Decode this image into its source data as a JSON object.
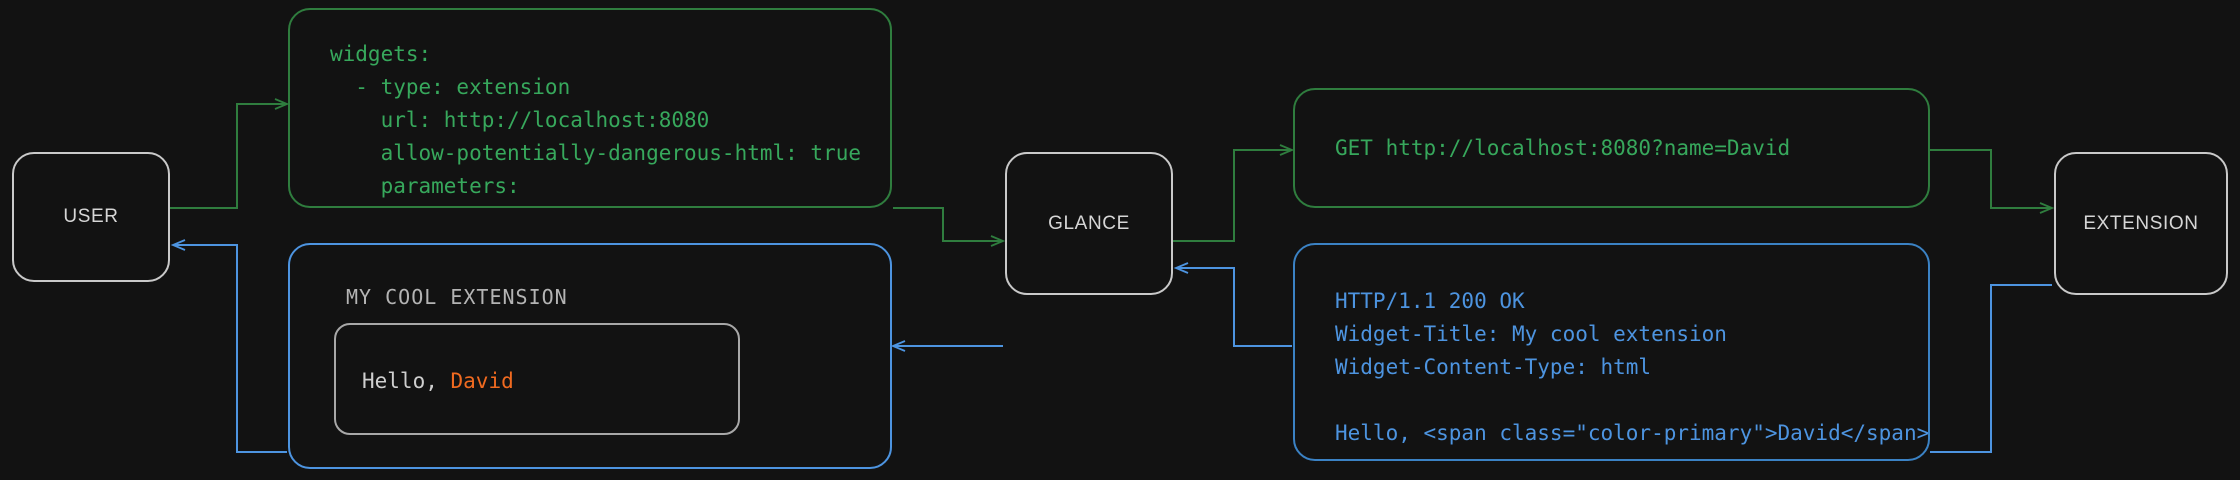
{
  "theme": {
    "background": "#121212",
    "node_border": "#c9c9c9",
    "node_text": "#d6d6d6",
    "request_color": "#37a85c",
    "request_border": "#2f7d3e",
    "response_color": "#4d94e0",
    "response_border": "#3b82c4",
    "accent_color": "#f06a20",
    "widget_text": "#cfcfcf",
    "widget_title": "#b4b4b4"
  },
  "nodes": {
    "user": {
      "label": "USER"
    },
    "glance": {
      "label": "GLANCE"
    },
    "extension": {
      "label": "EXTENSION"
    }
  },
  "messages": {
    "config_yaml": {
      "flow": "request",
      "text": "widgets:\n  - type: extension\n    url: http://localhost:8080\n    allow-potentially-dangerous-html: true\n    parameters:\n      name: David"
    },
    "http_request": {
      "flow": "request",
      "text": "GET http://localhost:8080?name=David"
    },
    "http_response": {
      "flow": "response",
      "text": "HTTP/1.1 200 OK\nWidget-Title: My cool extension\nWidget-Content-Type: html\n\nHello, <span class=\"color-primary\">David</span>"
    },
    "rendered_widget": {
      "flow": "response",
      "title": "MY COOL EXTENSION",
      "body_prefix": "Hello, ",
      "body_accent": "David"
    }
  },
  "edges": [
    {
      "name": "user-to-config",
      "from": "user",
      "to": "config_yaml",
      "color": "#2f7d3e"
    },
    {
      "name": "config-to-glance",
      "from": "config_yaml",
      "to": "glance",
      "color": "#2f7d3e"
    },
    {
      "name": "glance-to-request",
      "from": "glance",
      "to": "http_request",
      "color": "#2f7d3e"
    },
    {
      "name": "request-to-extension",
      "from": "http_request",
      "to": "extension",
      "color": "#2f7d3e"
    },
    {
      "name": "extension-to-response",
      "from": "extension",
      "to": "http_response",
      "color": "#4d94e0"
    },
    {
      "name": "response-to-glance",
      "from": "http_response",
      "to": "glance",
      "color": "#4d94e0"
    },
    {
      "name": "glance-to-widget",
      "from": "glance",
      "to": "rendered_widget",
      "color": "#4d94e0"
    },
    {
      "name": "widget-to-user",
      "from": "rendered_widget",
      "to": "user",
      "color": "#4d94e0"
    }
  ]
}
